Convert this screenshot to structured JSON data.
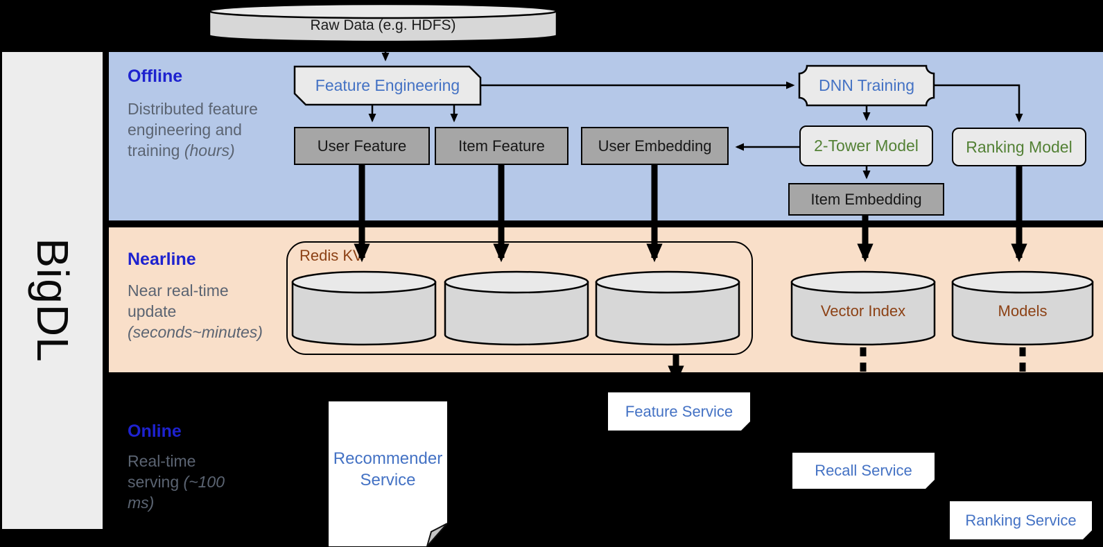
{
  "brand": {
    "name": "BigDL"
  },
  "datastore": {
    "raw_data": "Raw Data (e.g. HDFS)"
  },
  "bands": {
    "offline": {
      "title": "Offline",
      "description": "Distributed feature engineering and training",
      "duration_note": "(hours)"
    },
    "nearline": {
      "title": "Nearline",
      "description": "Near real-time update",
      "duration_note": "(seconds~minutes)"
    },
    "online": {
      "title": "Online",
      "description": "Real-time serving",
      "duration_note": "(~100 ms)"
    }
  },
  "nodes": {
    "feature_engineering": "Feature Engineering",
    "dnn_training": "DNN Training",
    "user_feature": "User Feature",
    "item_feature": "Item Feature",
    "user_embedding": "User Embedding",
    "two_tower_model": "2-Tower Model",
    "ranking_model": "Ranking Model",
    "item_embedding": "Item Embedding",
    "redis_kv": "Redis KV",
    "vector_index": "Vector Index",
    "models": "Models",
    "recommender_service": "Recommender Service",
    "feature_service": "Feature Service",
    "recall_service": "Recall Service",
    "ranking_service": "Ranking Service"
  },
  "colors": {
    "canvas_bg": "#000000",
    "sidebar_bg": "#ededed",
    "offline_band": "#b5c8e8",
    "nearline_band": "#f9dfc9",
    "heading_blue": "#1e22cf",
    "muted_text": "#5b6472",
    "node_blue": "#4472c4",
    "node_green": "#538135",
    "node_brown": "#8c4115",
    "gray_box": "#a6a6a6",
    "light_shape": "#eaeaea",
    "cylinder_body": "#d7d7d7",
    "cylinder_top": "#e9e9e9",
    "white_box": "#ffffff",
    "connector": "#000000"
  }
}
